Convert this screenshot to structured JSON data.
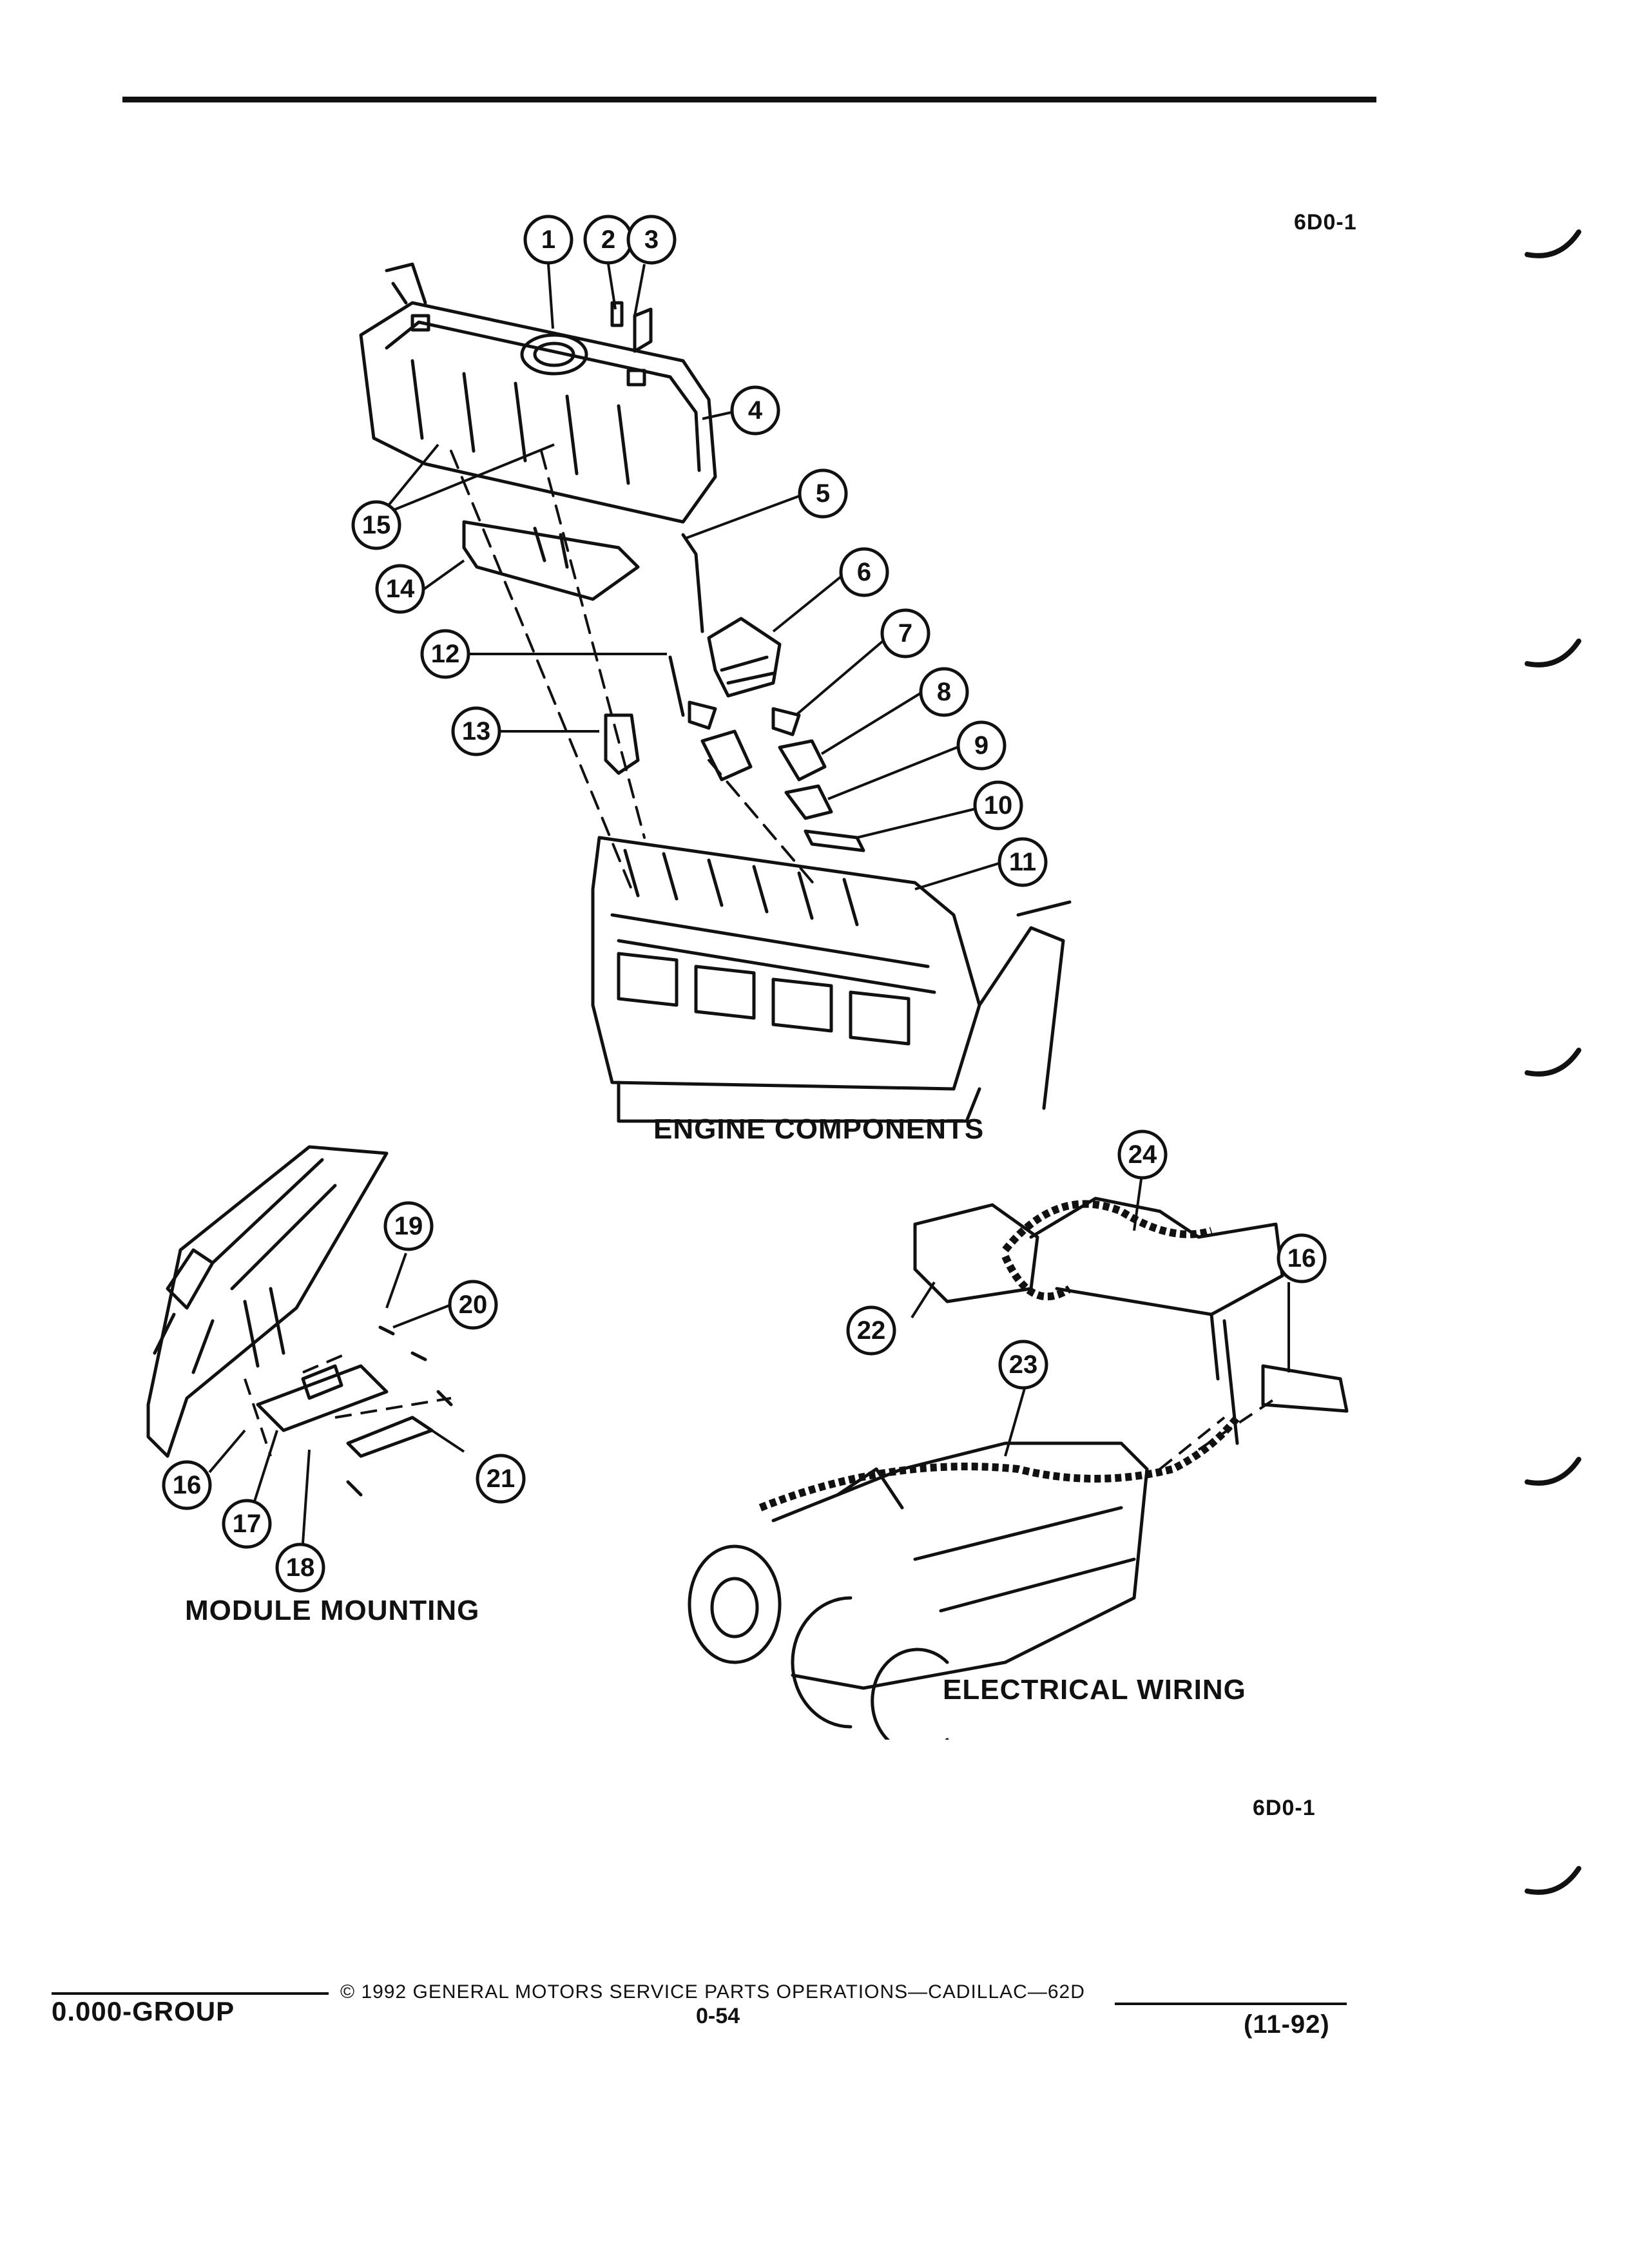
{
  "header": {
    "code": "6D0-1"
  },
  "figures": {
    "engine": {
      "caption": "ENGINE COMPONENTS",
      "callouts": [
        "1",
        "2",
        "3",
        "4",
        "5",
        "6",
        "7",
        "8",
        "9",
        "10",
        "11",
        "12",
        "13",
        "14",
        "15"
      ]
    },
    "module": {
      "caption": "MODULE MOUNTING",
      "callouts": [
        "16",
        "17",
        "18",
        "19",
        "20",
        "21"
      ]
    },
    "wiring": {
      "caption": "ELECTRICAL WIRING",
      "callouts": [
        "16",
        "22",
        "23",
        "24"
      ]
    }
  },
  "figure_code": "6D0-1",
  "footer": {
    "group": "0.000-GROUP",
    "copyright": "© 1992 GENERAL MOTORS SERVICE PARTS OPERATIONS—CADILLAC—62D",
    "page": "0-54",
    "date": "(11-92)"
  }
}
